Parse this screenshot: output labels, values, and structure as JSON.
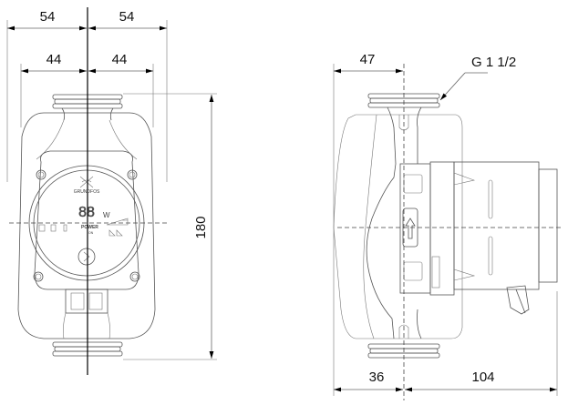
{
  "drawing": {
    "front_view": {
      "dim_overall_left": "54",
      "dim_overall_right": "54",
      "dim_port_left": "44",
      "dim_port_right": "44",
      "dim_height": "180",
      "display_digits": "88",
      "display_unit": "W",
      "logo_text": "GRUNDFOS",
      "power_label": "POWER",
      "power_sub": "ON"
    },
    "side_view": {
      "dim_top": "47",
      "thread_label": "G 1 1/2",
      "dim_bottom_left": "36",
      "dim_bottom_right": "104"
    }
  }
}
